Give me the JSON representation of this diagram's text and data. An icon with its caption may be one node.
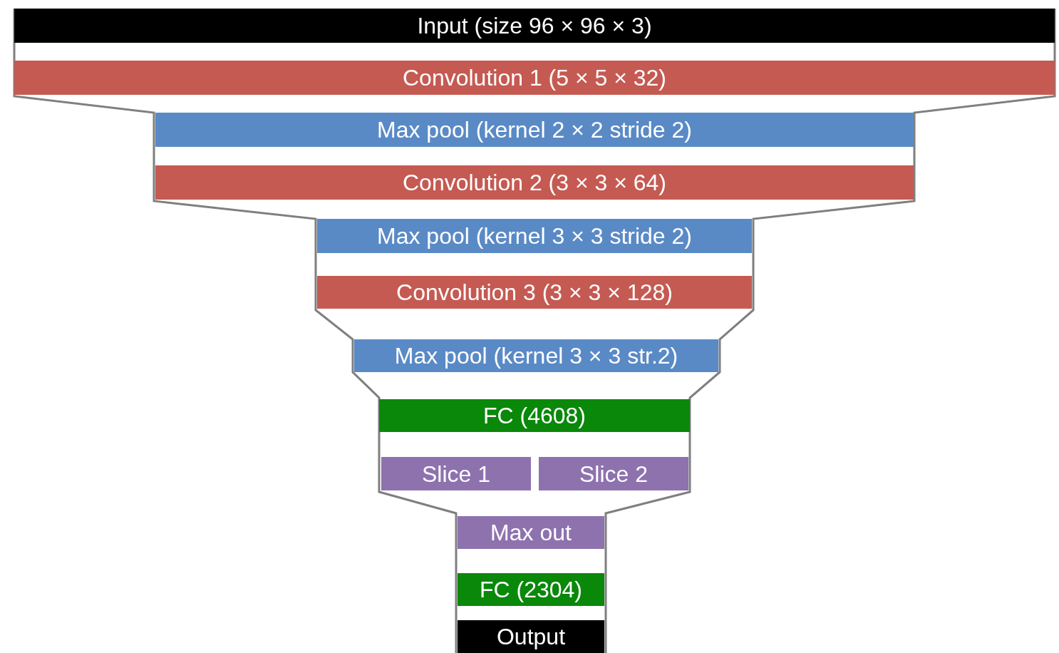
{
  "diagram": {
    "nodes": [
      {
        "text": [
          "Input (size 96 × 96 × 3)"
        ]
      },
      {
        "text": [
          "Convolution 1 (5 × 5 ×  32)"
        ]
      },
      {
        "text": [
          "Max pool (kernel 2 × 2 stride 2)"
        ]
      },
      {
        "text": [
          "Convolution 2 (3 × 3 × 64)"
        ]
      },
      {
        "text": [
          "Max pool (kernel 3 × 3 stride 2)"
        ]
      },
      {
        "text": [
          "Convolution 3 (3 × 3 × 128)"
        ]
      },
      {
        "text": [
          "Max pool (kernel 3 × 3 str.2)"
        ]
      },
      {
        "text": [
          "FC (4608)"
        ]
      },
      {
        "text": [
          "Slice 1"
        ]
      },
      {
        "text": [
          "Slice 2"
        ]
      },
      {
        "text": [
          "Max out"
        ]
      },
      {
        "text": [
          "FC (2304)"
        ]
      },
      {
        "text": [
          "Output"
        ]
      }
    ]
  }
}
